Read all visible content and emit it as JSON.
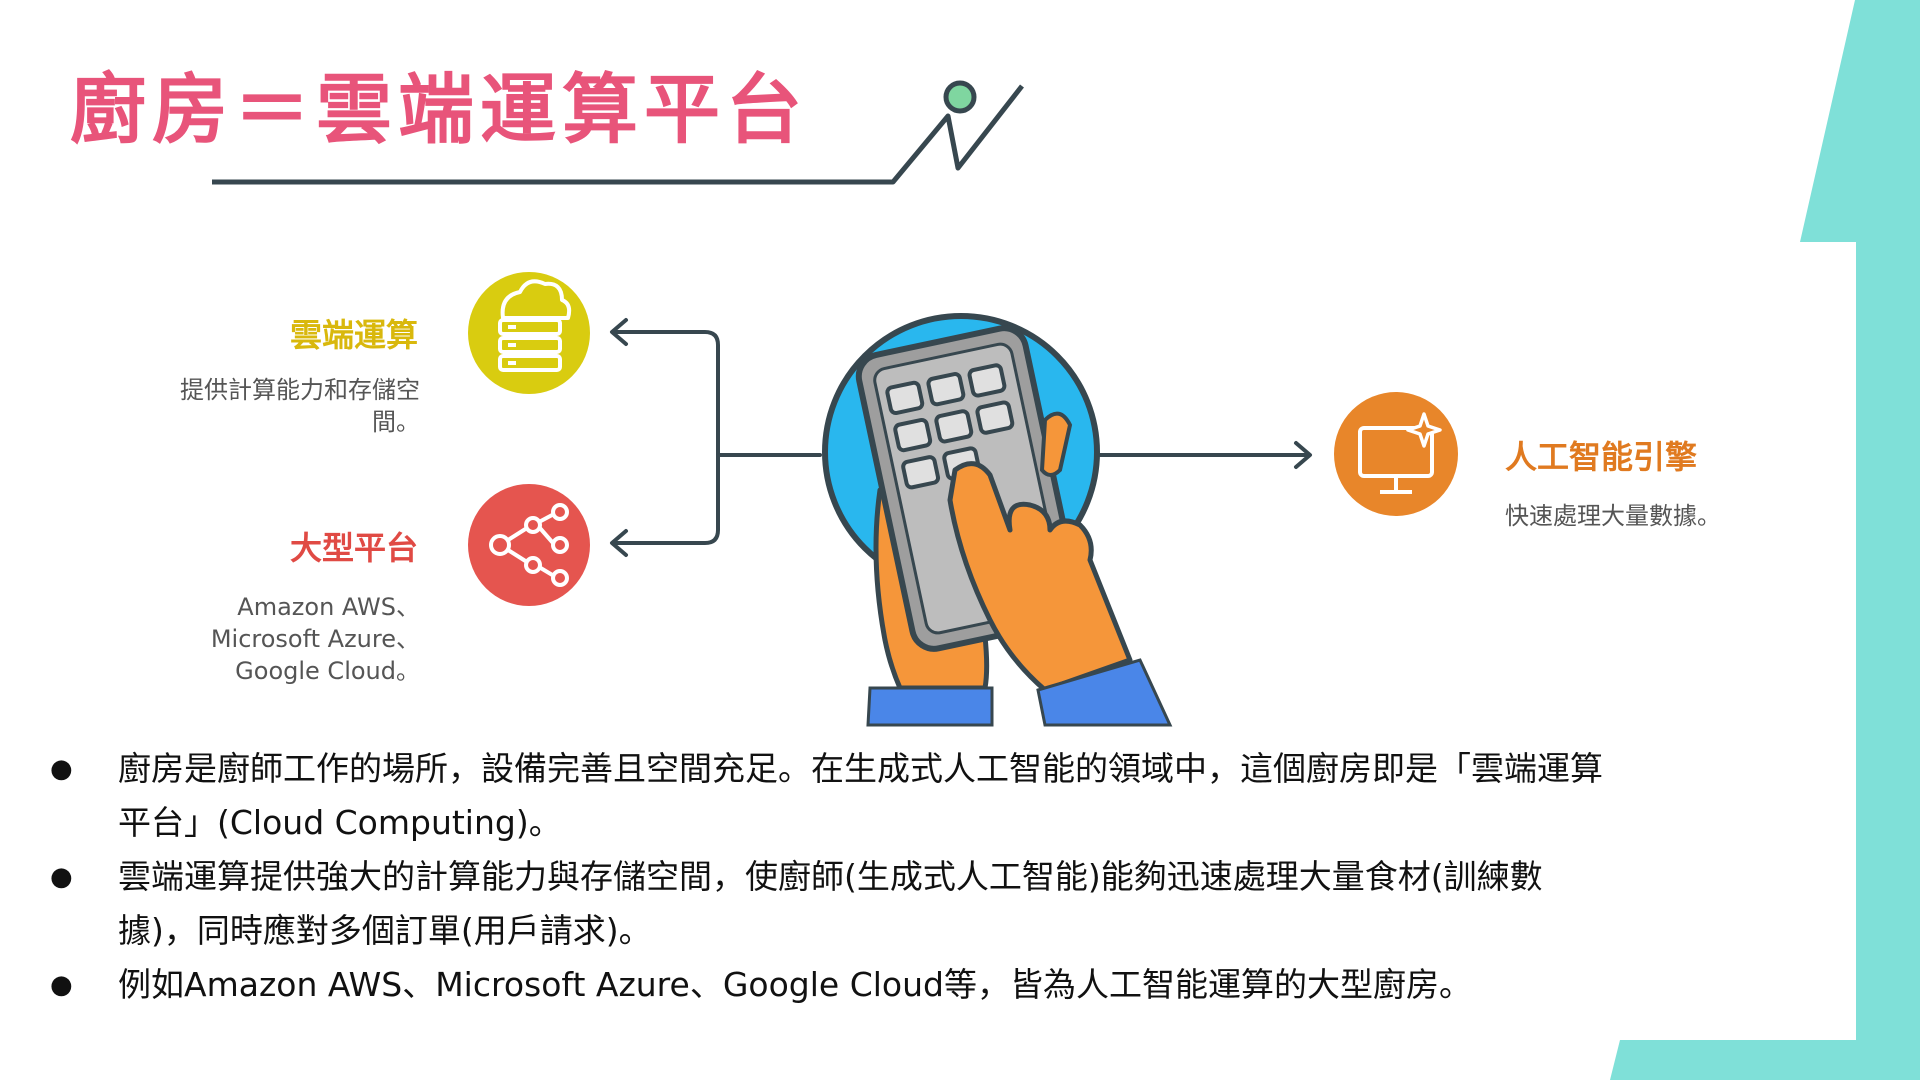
{
  "title": "廚房＝雲端運算平台",
  "colors": {
    "title": "#e8547a",
    "teal": "#7fe0d8",
    "cloud_circle": "#d9cc10",
    "cloud_label": "#d9b80c",
    "platform_circle": "#e5554f",
    "platform_label": "#e04a44",
    "ai_circle": "#e8862a",
    "ai_label": "#e07a20",
    "phone_bg": "#29b7ee",
    "hand": "#f5963a",
    "sleeve": "#4a86e8",
    "line": "#37474f"
  },
  "diagram": {
    "cloud": {
      "icon": "cloud-server-icon",
      "title": "雲端運算",
      "desc_line1": "提供計算能力和存儲空",
      "desc_line2": "間。"
    },
    "platform": {
      "icon": "share-network-icon",
      "title": "大型平台",
      "desc_line1": "Amazon AWS、",
      "desc_line2": "Microsoft Azure、",
      "desc_line3": "Google Cloud。"
    },
    "ai": {
      "icon": "monitor-sparkle-icon",
      "title": "人工智能引擎",
      "desc": "快速處理大量數據。"
    },
    "center_icon": "hands-tablet-icon"
  },
  "bullets": [
    {
      "line1": "廚房是廚師工作的場所，設備完善且空間充足。在生成式人工智能的領域中，這個廚房即是「雲端運算",
      "line2": "平台」(Cloud Computing)。"
    },
    {
      "line1": "雲端運算提供強大的計算能力與存儲空間，使廚師(生成式人工智能)能夠迅速處理大量食材(訓練數",
      "line2": "據)，同時應對多個訂單(用戶請求)。"
    },
    {
      "line1": "例如Amazon AWS、Microsoft Azure、Google Cloud等，皆為人工智能運算的大型廚房。",
      "line2": ""
    }
  ],
  "bullet_symbol": "●"
}
